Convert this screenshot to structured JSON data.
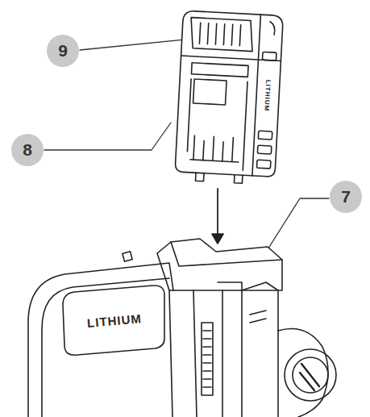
{
  "diagram": {
    "labels": [
      "9",
      "8",
      "7",
      "LITHIUM",
      "LITHIUM"
    ]
  }
}
